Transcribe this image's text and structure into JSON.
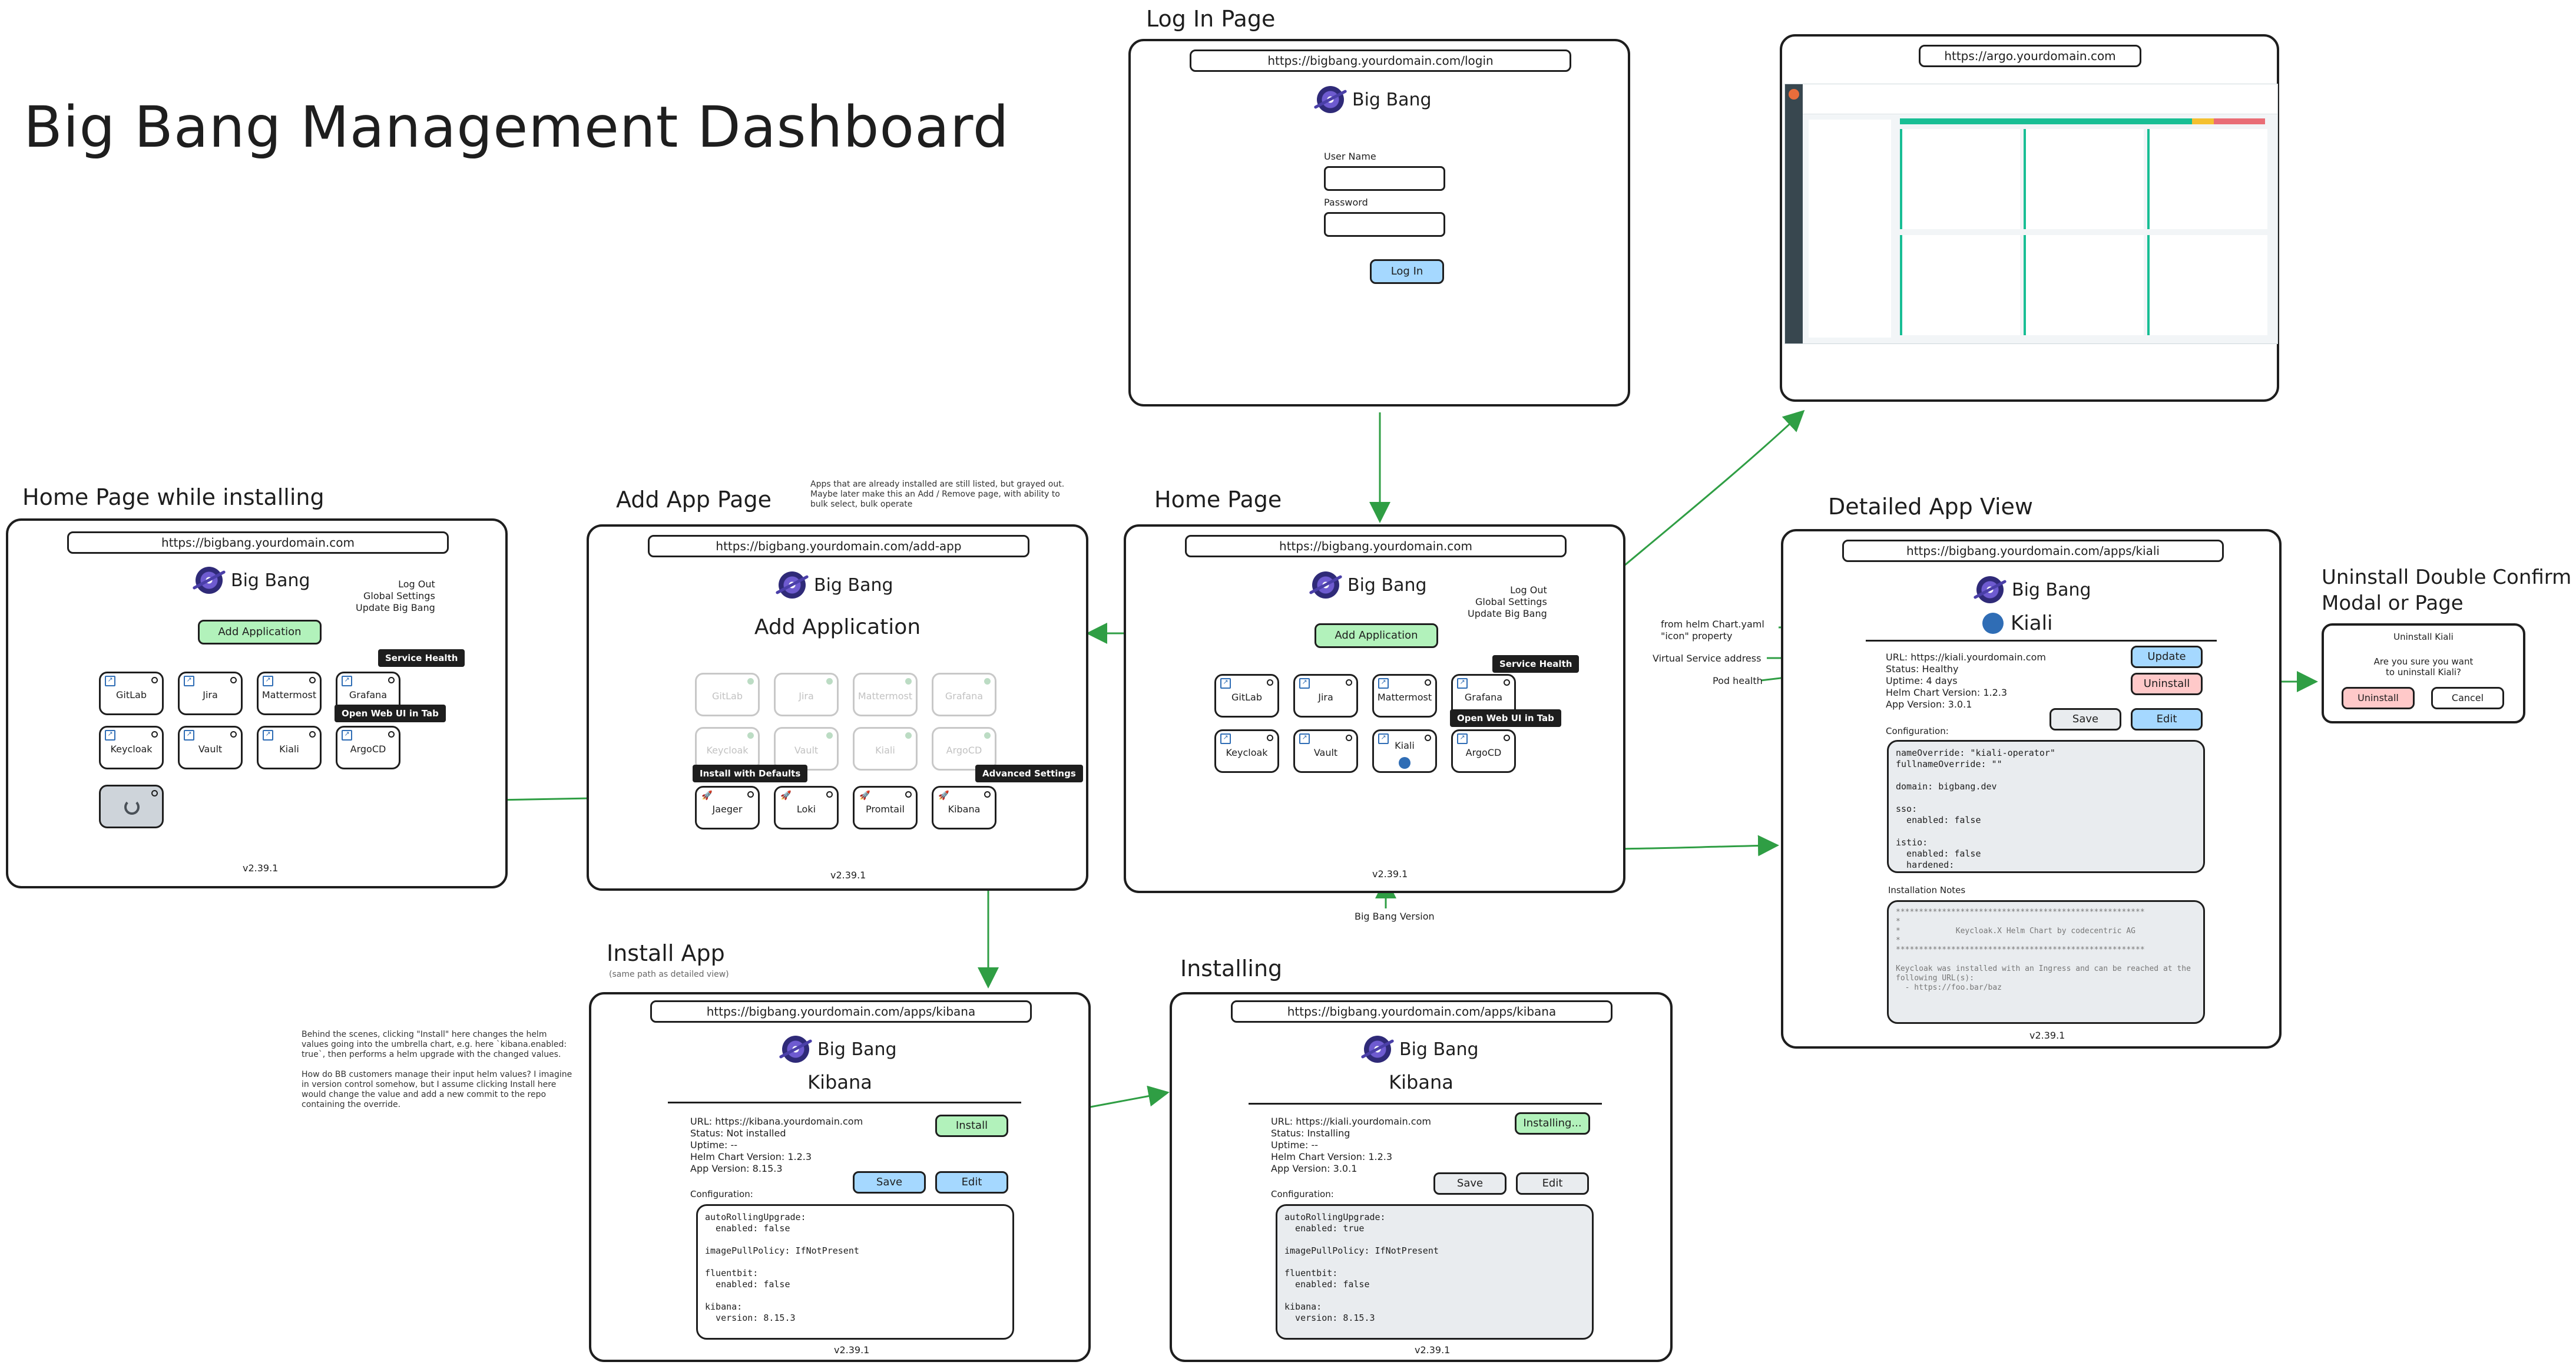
{
  "page_title": "Big Bang Management Dashboard",
  "logo_text": "Big Bang",
  "version": "v2.39.1",
  "colors": {
    "green": "#b2f2bb",
    "blue": "#a5d8ff",
    "red": "#ffc9c9",
    "gray": "#e9ecef",
    "arrow": "#2f9e44",
    "link": "#2f6db5"
  },
  "login": {
    "title": "Log In Page",
    "url": "https://bigbang.yourdomain.com/login",
    "username_label": "User Name",
    "password_label": "Password",
    "login_button": "Log In"
  },
  "argo": {
    "url": "https://argo.yourdomain.com"
  },
  "home": {
    "title": "Home Page",
    "url": "https://bigbang.yourdomain.com",
    "links": [
      "Log Out",
      "Global Settings",
      "Update Big Bang"
    ],
    "add_button": "Add Application",
    "apps": [
      "GitLab",
      "Jira",
      "Mattermost",
      "Grafana",
      "Keycloak",
      "Vault",
      "Kiali",
      "ArgoCD"
    ],
    "tooltip_service_health": "Service Health",
    "tooltip_open_web": "Open Web UI in Tab",
    "version_caption": "Big Bang Version"
  },
  "home_installing": {
    "title": "Home Page while installing",
    "url": "https://bigbang.yourdomain.com"
  },
  "add_app": {
    "title": "Add App Page",
    "url": "https://bigbang.yourdomain.com/add-app",
    "heading": "Add Application",
    "note": "Apps that are already installed are still listed, but grayed out. Maybe later make this an Add / Remove page, with ability to bulk select, bulk operate",
    "installed_apps": [
      "GitLab",
      "Jira",
      "Mattermost",
      "Grafana",
      "Keycloak",
      "Vault",
      "Kiali",
      "ArgoCD"
    ],
    "available_apps": [
      "Jaeger",
      "Loki",
      "Promtail",
      "Kibana"
    ],
    "tooltip_install_defaults": "Install with Defaults",
    "tooltip_advanced": "Advanced Settings"
  },
  "detail": {
    "title": "Detailed App View",
    "url": "https://bigbang.yourdomain.com/apps/kiali",
    "app_name": "Kiali",
    "info": [
      "URL: https://kiali.yourdomain.com",
      "Status: Healthy",
      "Uptime: 4 days",
      "Helm Chart Version: 1.2.3",
      "App Version: 3.0.1"
    ],
    "buttons": {
      "update": "Update",
      "uninstall": "Uninstall",
      "save": "Save",
      "edit": "Edit"
    },
    "config_label": "Configuration:",
    "config": "nameOverride: \"kiali-operator\"\nfullnameOverride: \"\"\n\ndomain: bigbang.dev\n\nsso:\n  enabled: false\n\nistio:\n  enabled: false\n  hardened:",
    "notes_label": "Installation Notes",
    "notes": "******************************************************\n*\n*            Keycloak.X Helm Chart by codecentric AG\n*\n******************************************************\n\nKeycloak was installed with an Ingress and can be reached at the\nfollowing URL(s):\n  - https://foo.bar/baz",
    "annotations": [
      "from helm Chart.yaml\n\"icon\" property",
      "Virtual Service address",
      "Pod health"
    ]
  },
  "uninstall": {
    "title": "Uninstall Double Confirm\nModal or Page",
    "heading": "Uninstall Kiali",
    "question": "Are you sure you want\nto uninstall Kiali?",
    "uninstall_button": "Uninstall",
    "cancel_button": "Cancel"
  },
  "install_app": {
    "title": "Install App",
    "subtitle": "(same path as detailed view)",
    "url": "https://bigbang.yourdomain.com/apps/kibana",
    "app_name": "Kibana",
    "info": [
      "URL: https://kibana.yourdomain.com",
      "Status: Not installed",
      "Uptime: --",
      "Helm Chart Version: 1.2.3",
      "App Version: 8.15.3"
    ],
    "buttons": {
      "install": "Install",
      "save": "Save",
      "edit": "Edit"
    },
    "config_label": "Configuration:",
    "config": "autoRollingUpgrade:\n  enabled: false\n\nimagePullPolicy: IfNotPresent\n\nfluentbit:\n  enabled: false\n\nkibana:\n  version: 8.15.3",
    "note": "Behind the scenes, clicking \"Install\" here changes the helm values going into the umbrella chart, e.g. here `kibana.enabled: true`, then performs a helm upgrade with the changed values.\n\nHow do BB customers manage their input helm values? I imagine in version control somehow, but I assume clicking Install here would change the value and add a new commit to the repo containing the override."
  },
  "installing": {
    "title": "Installing",
    "url": "https://bigbang.yourdomain.com/apps/kibana",
    "app_name": "Kibana",
    "info": [
      "URL: https://kiali.yourdomain.com",
      "Status: Installing",
      "Uptime: --",
      "Helm Chart Version: 1.2.3",
      "App Version: 3.0.1"
    ],
    "buttons": {
      "installing": "Installing...",
      "save": "Save",
      "edit": "Edit"
    },
    "config_label": "Configuration:",
    "config": "autoRollingUpgrade:\n  enabled: true\n\nimagePullPolicy: IfNotPresent\n\nfluentbit:\n  enabled: false\n\nkibana:\n  version: 8.15.3"
  }
}
